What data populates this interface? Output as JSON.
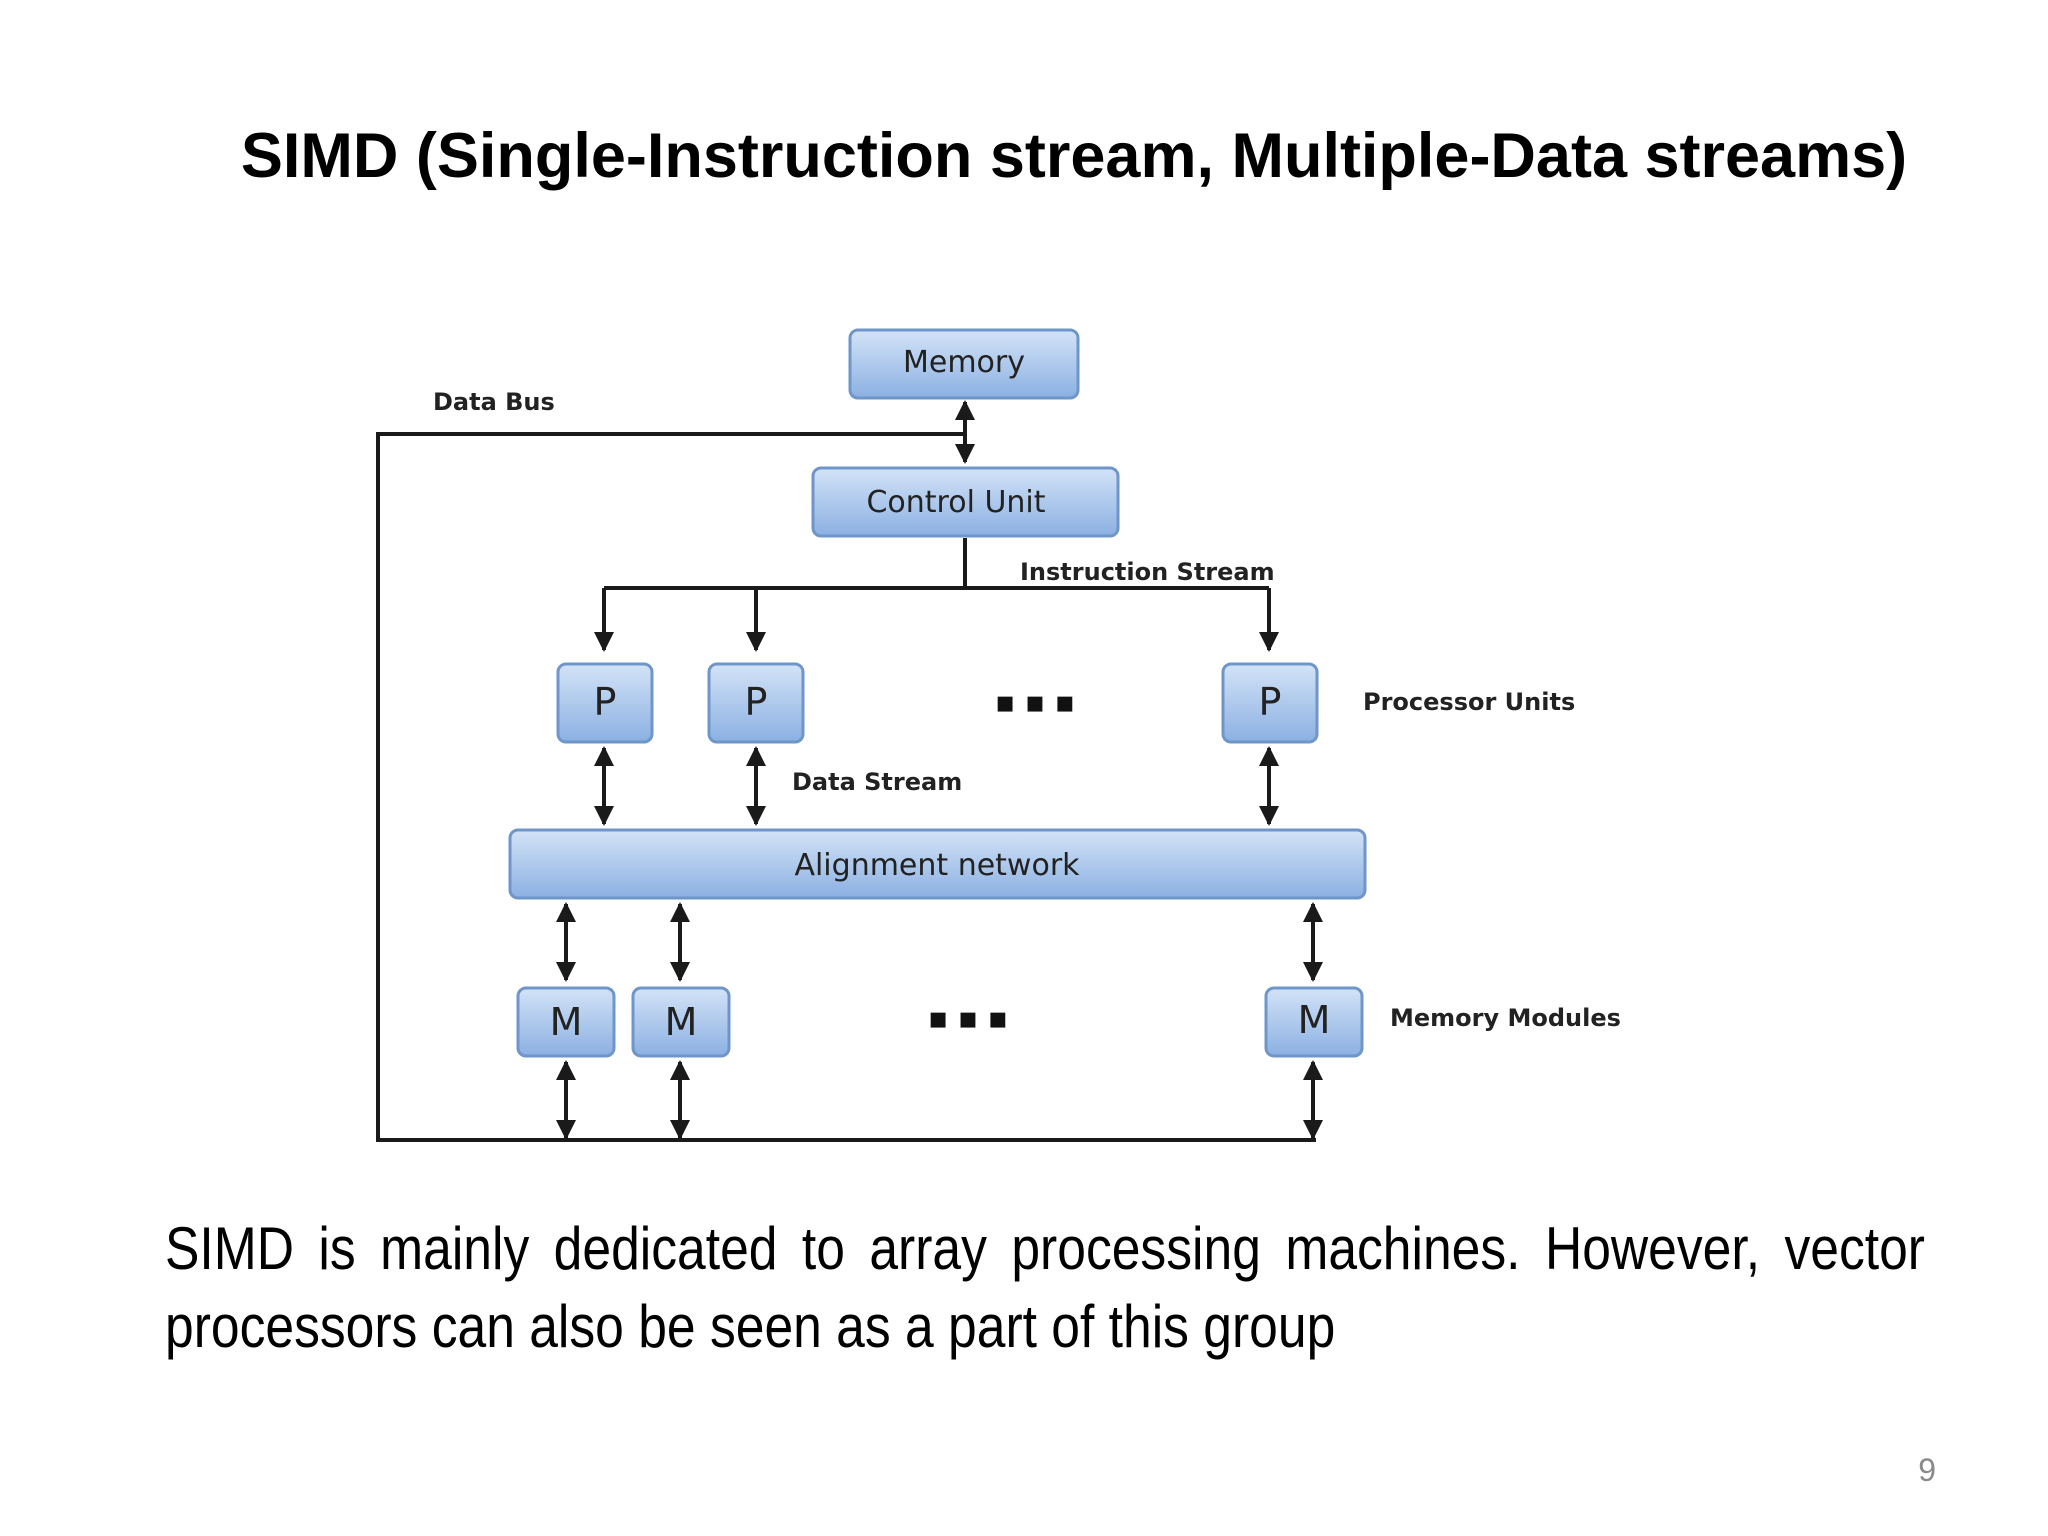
{
  "title": "SIMD (Single-Instruction stream, Multiple-Data streams)",
  "diagram": {
    "memory": "Memory",
    "control_unit": "Control Unit",
    "data_bus": "Data Bus",
    "instruction_stream": "Instruction Stream",
    "processor_label": "P",
    "processor_units": "Processor Units",
    "data_stream": "Data Stream",
    "alignment_network": "Alignment network",
    "memory_module_label": "M",
    "memory_modules": "Memory Modules",
    "ellipsis_p": "▪   ▪   ▪",
    "ellipsis_m": "▪   ▪   ▪"
  },
  "body": "SIMD is mainly dedicated to array processing machines. However, vector processors can also be seen as a part of this group",
  "page_number": "9",
  "colors": {
    "box_top": "#c9dcf4",
    "box_bottom": "#8fb2e3",
    "box_stroke": "#6f96c9"
  }
}
